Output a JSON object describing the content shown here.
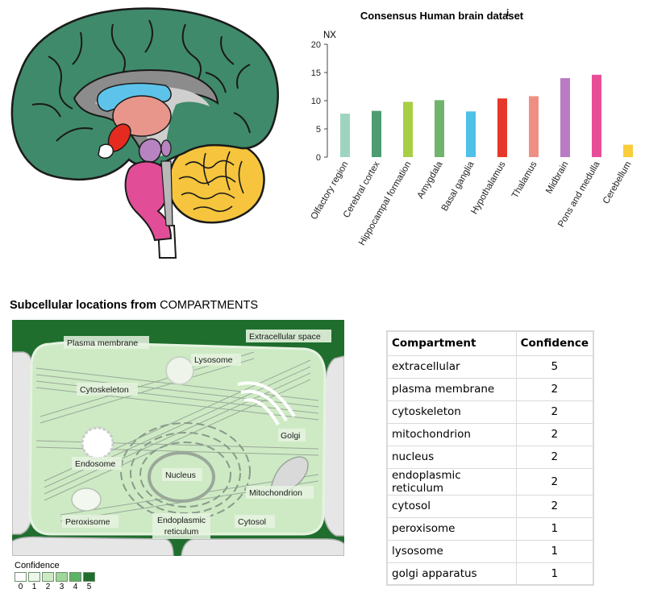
{
  "chart_data": {
    "type": "bar",
    "title": "Consensus Human brain dataset",
    "title_superscript": "i",
    "ylabel": "NX",
    "ylim": [
      0,
      20
    ],
    "yticks": [
      0,
      5,
      10,
      15,
      20
    ],
    "grid": false,
    "categories": [
      "Olfactory region",
      "Cerebral cortex",
      "Hippocampal formation",
      "Amygdala",
      "Basal ganglia",
      "Hypothalamus",
      "Thalamus",
      "Midbrain",
      "Pons and medulla",
      "Cerebellum"
    ],
    "values": [
      7.7,
      8.2,
      9.8,
      10.1,
      8.1,
      10.4,
      10.8,
      14.0,
      14.6,
      2.2
    ],
    "colors": [
      "#9ed4bf",
      "#4e9c72",
      "#a8cf44",
      "#72b46c",
      "#4fc1e8",
      "#e6372a",
      "#ef8f84",
      "#b97bc4",
      "#e84e97",
      "#f9cd3b"
    ]
  },
  "brain_regions": {
    "cerebral_cortex": "#3f8a6a",
    "hypothalamus": "#e52b1f",
    "thalamus": "#e8968c",
    "basal_ganglia": "#5dc3ea",
    "midbrain": "#b783c0",
    "pons_and_medulla": "#e24d97",
    "cerebellum": "#f6c53d",
    "olfactory": "#ffffff"
  },
  "subcellular": {
    "title_bold": "Subcellular locations from",
    "title_rest": " COMPARTMENTS",
    "labels": {
      "plasma_membrane": "Plasma membrane",
      "extracellular_space": "Extracellular space",
      "lysosome": "Lysosome",
      "cytoskeleton": "Cytoskeleton",
      "golgi": "Golgi",
      "endosome": "Endosome",
      "nucleus": "Nucleus",
      "mitochondrion": "Mitochondrion",
      "peroxisome": "Peroxisome",
      "endoplasmic_reticulum_line1": "Endoplasmic",
      "endoplasmic_reticulum_line2": "reticulum",
      "cytosol": "Cytosol"
    },
    "legend": {
      "title": "Confidence",
      "levels": [
        "0",
        "1",
        "2",
        "3",
        "4",
        "5"
      ],
      "colors": [
        "#ffffff",
        "#eef8ea",
        "#cdeac4",
        "#9fd699",
        "#5eb362",
        "#1f6e2e"
      ]
    },
    "table": {
      "headers": [
        "Compartment",
        "Confidence"
      ],
      "rows": [
        [
          "extracellular",
          "5"
        ],
        [
          "plasma membrane",
          "2"
        ],
        [
          "cytoskeleton",
          "2"
        ],
        [
          "mitochondrion",
          "2"
        ],
        [
          "nucleus",
          "2"
        ],
        [
          "endoplasmic reticulum",
          "2"
        ],
        [
          "cytosol",
          "2"
        ],
        [
          "peroxisome",
          "1"
        ],
        [
          "lysosome",
          "1"
        ],
        [
          "golgi apparatus",
          "1"
        ]
      ]
    }
  }
}
